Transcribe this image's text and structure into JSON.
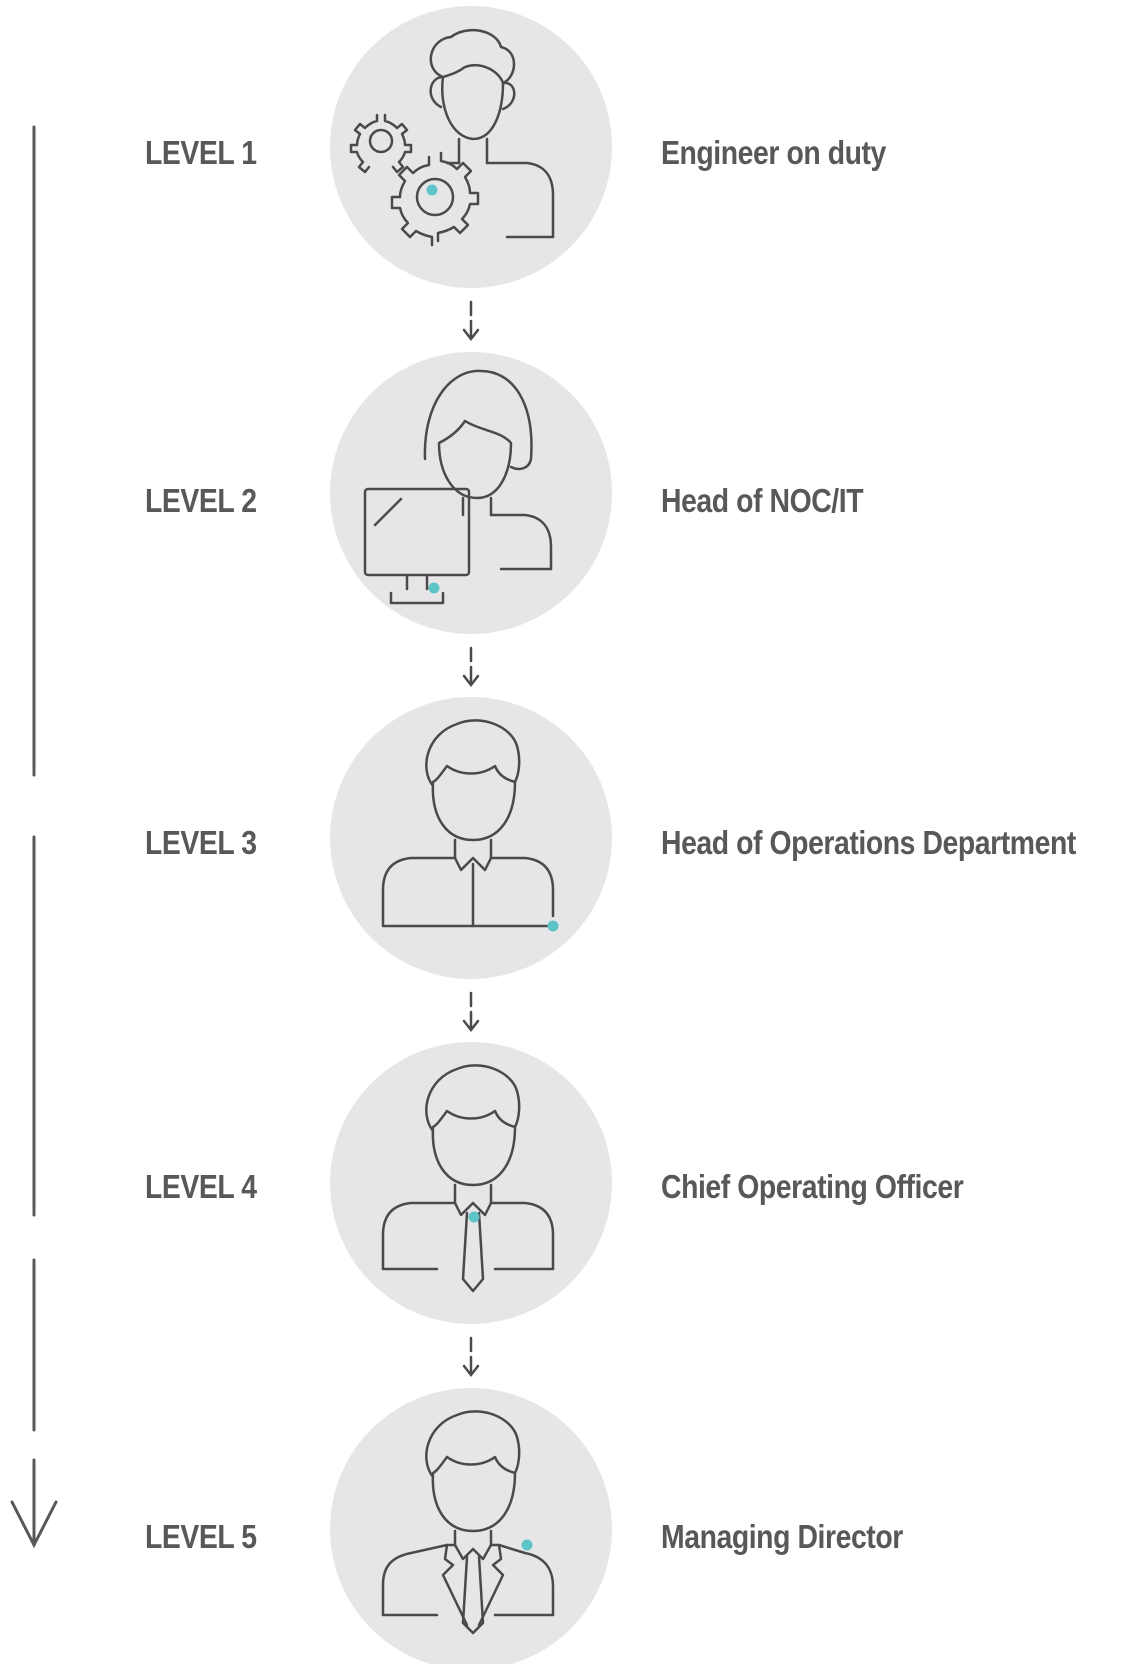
{
  "diagram": {
    "colors": {
      "text": "#58585a",
      "stroke": "#4a4a4c",
      "circle_fill": "#e6e6e8",
      "accent": "#5fc4c7"
    },
    "levels": [
      {
        "level_label": "LEVEL 1",
        "role": "Engineer on duty",
        "icon": "engineer-gears-icon"
      },
      {
        "level_label": "LEVEL 2",
        "role": "Head of NOC/IT",
        "icon": "woman-monitor-icon"
      },
      {
        "level_label": "LEVEL 3",
        "role": "Head of Operations Department",
        "icon": "man-collar-icon"
      },
      {
        "level_label": "LEVEL 4",
        "role": "Chief Operating Officer",
        "icon": "man-tie-icon"
      },
      {
        "level_label": "LEVEL 5",
        "role": "Managing Director",
        "icon": "man-suit-icon"
      }
    ],
    "flow_arrows": 4,
    "escalation_side_icon": "down-arrow-icon"
  }
}
